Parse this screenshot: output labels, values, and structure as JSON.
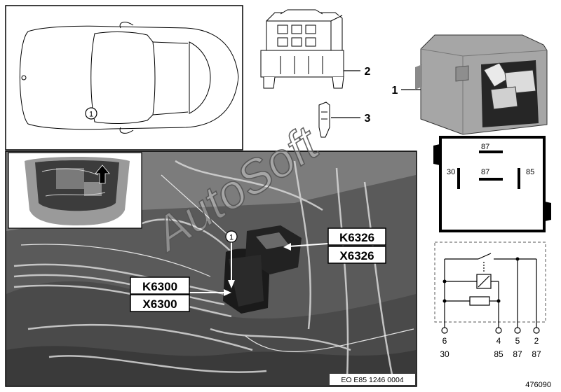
{
  "car_view": {
    "callout": "1"
  },
  "photo": {
    "callout": "1",
    "labels": [
      "K6326",
      "X6326",
      "K6300",
      "X6300"
    ],
    "caption": "EO E85 1246 0004"
  },
  "parts": {
    "callouts": [
      "2",
      "3",
      "1"
    ]
  },
  "relay_pinout": {
    "pins": [
      "87",
      "30",
      "87",
      "85"
    ]
  },
  "schematic": {
    "terminal_numbers": [
      "6",
      "4",
      "5",
      "2"
    ],
    "terminal_names": [
      "30",
      "85",
      "87",
      "87"
    ]
  },
  "watermark": "AutoSoft",
  "part_number": "476090",
  "colors": {
    "photo_dark": "#2e2e2e",
    "photo_mid": "#8a8a8a",
    "relay_body": "#a8a8a8",
    "dashed_box": "#555555"
  }
}
